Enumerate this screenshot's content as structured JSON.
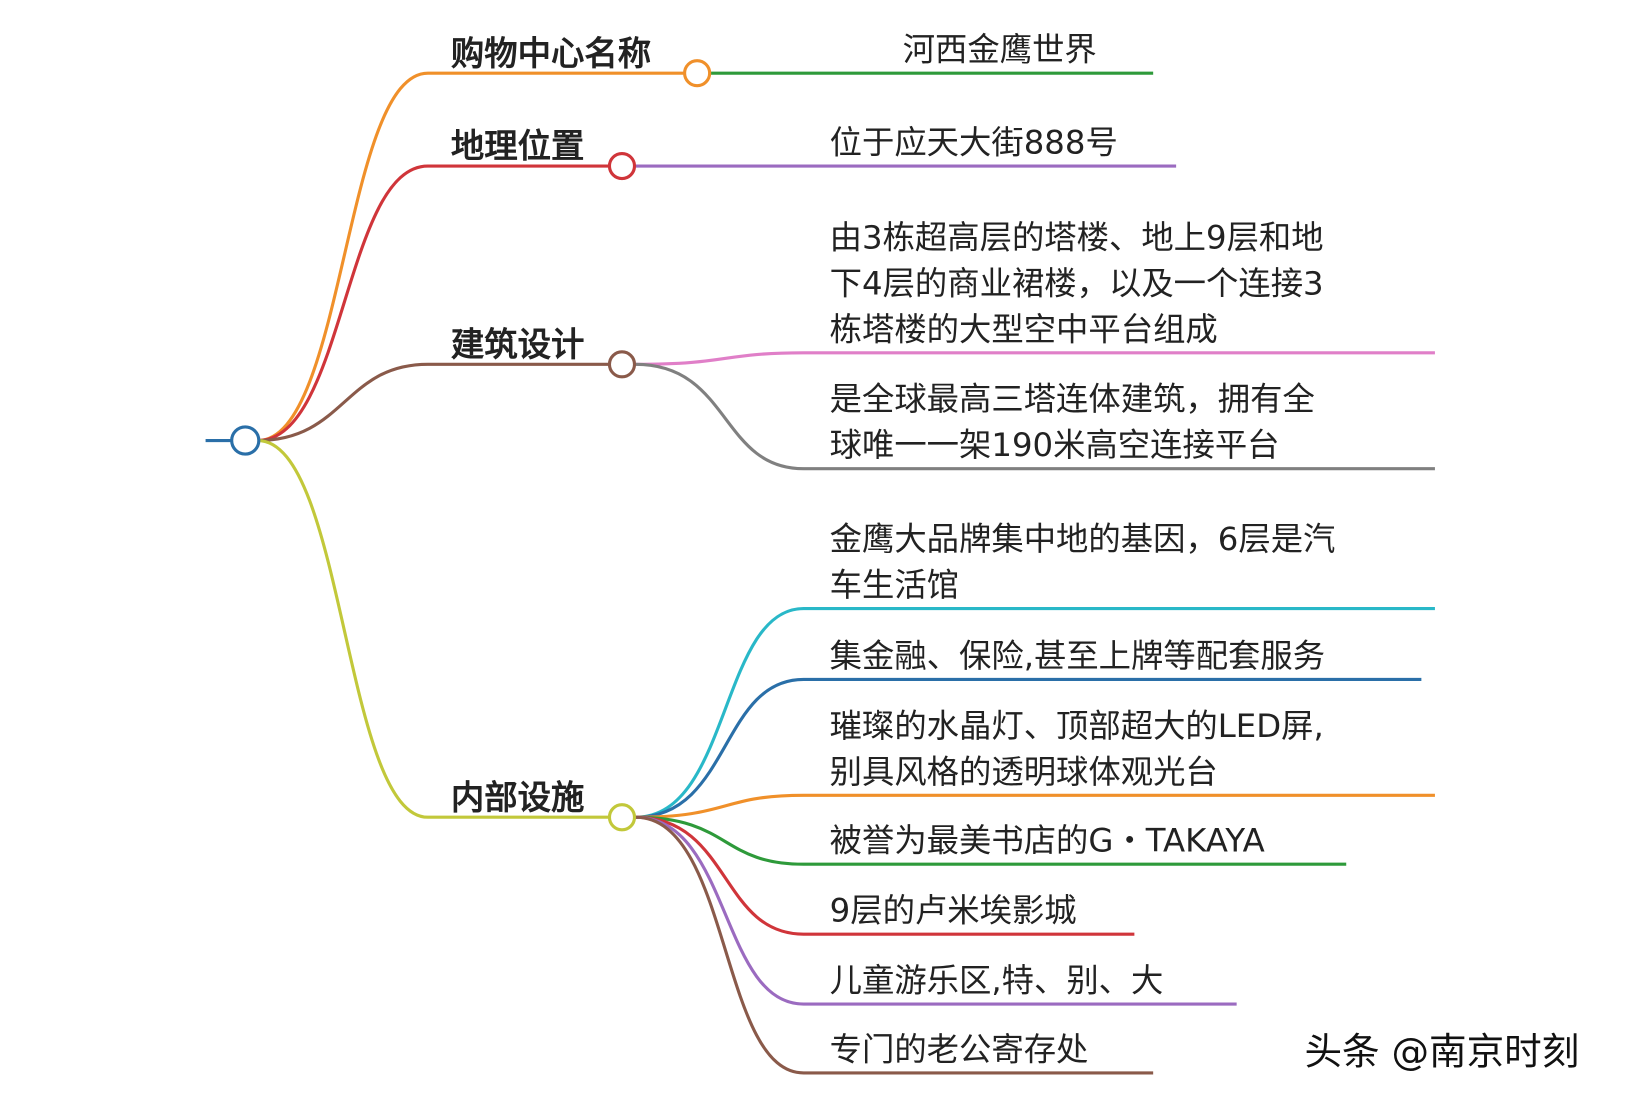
{
  "root": {
    "color": "#2a6fa8"
  },
  "branches": [
    {
      "label": "购物中心名称",
      "color": "#f0902a",
      "children": [
        {
          "lines": [
            "河西金鹰世界"
          ],
          "color": "#2e9a3a"
        }
      ]
    },
    {
      "label": "地理位置",
      "color": "#d0353a",
      "children": [
        {
          "lines": [
            "位于应天大街888号"
          ],
          "color": "#9b6bc0"
        }
      ]
    },
    {
      "label": "建筑设计",
      "color": "#8a5a4a",
      "children": [
        {
          "lines": [
            "由3栋超高层的塔楼、地上9层和地",
            "下4层的商业裙楼，以及一个连接3",
            "栋塔楼的大型空中平台组成"
          ],
          "color": "#e07fc8"
        },
        {
          "lines": [
            "是全球最高三塔连体建筑，拥有全",
            "球唯一一架190米高空连接平台"
          ],
          "color": "#808080"
        }
      ]
    },
    {
      "label": "内部设施",
      "color": "#c2c83a",
      "children": [
        {
          "lines": [
            "金鹰大品牌集中地的基因，6层是汽",
            "车生活馆"
          ],
          "color": "#29b8c8"
        },
        {
          "lines": [
            "集金融、保险,甚至上牌等配套服务"
          ],
          "color": "#2a6fa8"
        },
        {
          "lines": [
            "璀璨的水晶灯、顶部超大的LED屏,",
            "别具风格的透明球体观光台"
          ],
          "color": "#f0902a"
        },
        {
          "lines": [
            "被誉为最美书店的G・TAKAYA"
          ],
          "color": "#2e9a3a"
        },
        {
          "lines": [
            "9层的卢米埃影城"
          ],
          "color": "#d0353a"
        },
        {
          "lines": [
            "儿童游乐区,特、别、大"
          ],
          "color": "#9b6bc0"
        },
        {
          "lines": [
            "专门的老公寄存处"
          ],
          "color": "#8a5a4a"
        }
      ]
    }
  ],
  "watermark": "头条 @南京时刻"
}
